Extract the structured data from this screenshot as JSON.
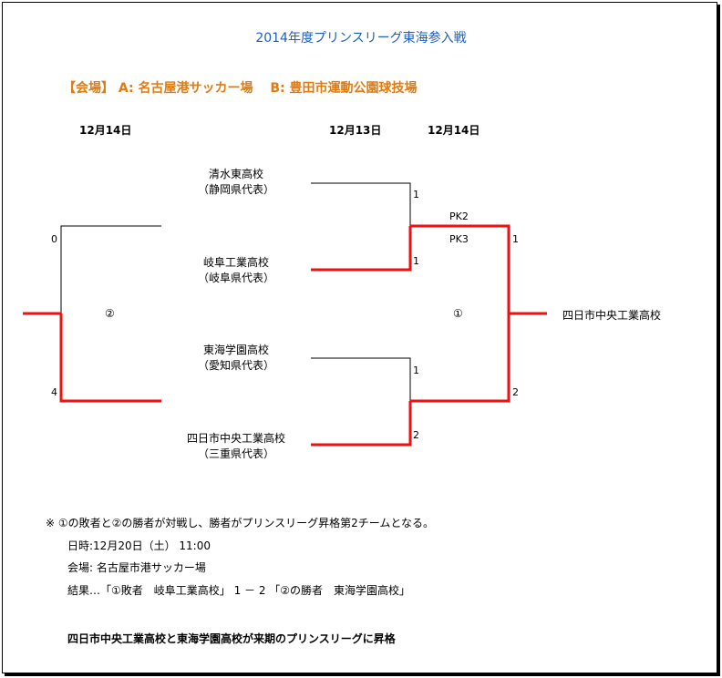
{
  "title": "2014年度プリンスリーグ東海参入戦",
  "venue": "【会場】 A: 名古屋港サッカー場 　B: 豊田市運動公園球技場",
  "dates": {
    "left": "12月14日",
    "center": "12月13日",
    "right": "12月14日"
  },
  "teams": [
    {
      "name": "清水東高校",
      "sub": "（静岡県代表）"
    },
    {
      "name": "岐阜工業高校",
      "sub": "（岐阜県代表）"
    },
    {
      "name": "東海学園高校",
      "sub": "（愛知県代表）"
    },
    {
      "name": "四日市中央工業高校",
      "sub": "（三重県代表）"
    }
  ],
  "scores": {
    "m1_top": "1",
    "m1_bottom": "1",
    "pk_top": "PK2",
    "pk_bottom": "PK3",
    "m2_top": "1",
    "m2_bottom": "2",
    "final_right_top": "1",
    "final_right_bottom": "2",
    "final_left_top": "0",
    "final_left_bottom": "4"
  },
  "match_labels": {
    "right": "①",
    "left": "②"
  },
  "winner": "四日市中央工業高校",
  "notes": {
    "line1": "※ ①の敗者と②の勝者が対戦し、勝者がプリンスリーグ昇格第2チームとなる。",
    "line2": "日時:12月20日（土） 11:00",
    "line3": "会場: 名古屋市港サッカー場",
    "line4": "結果…「①敗者　岐阜工業高校」 1 － 2 「②の勝者　東海学園高校」"
  },
  "conclusion": "四日市中央工業高校と東海学園高校が来期のプリンスリーグに昇格",
  "colors": {
    "win_line": "#ee1111",
    "line": "#000000",
    "title": "#1f5fbf",
    "venue": "#e07b12"
  }
}
